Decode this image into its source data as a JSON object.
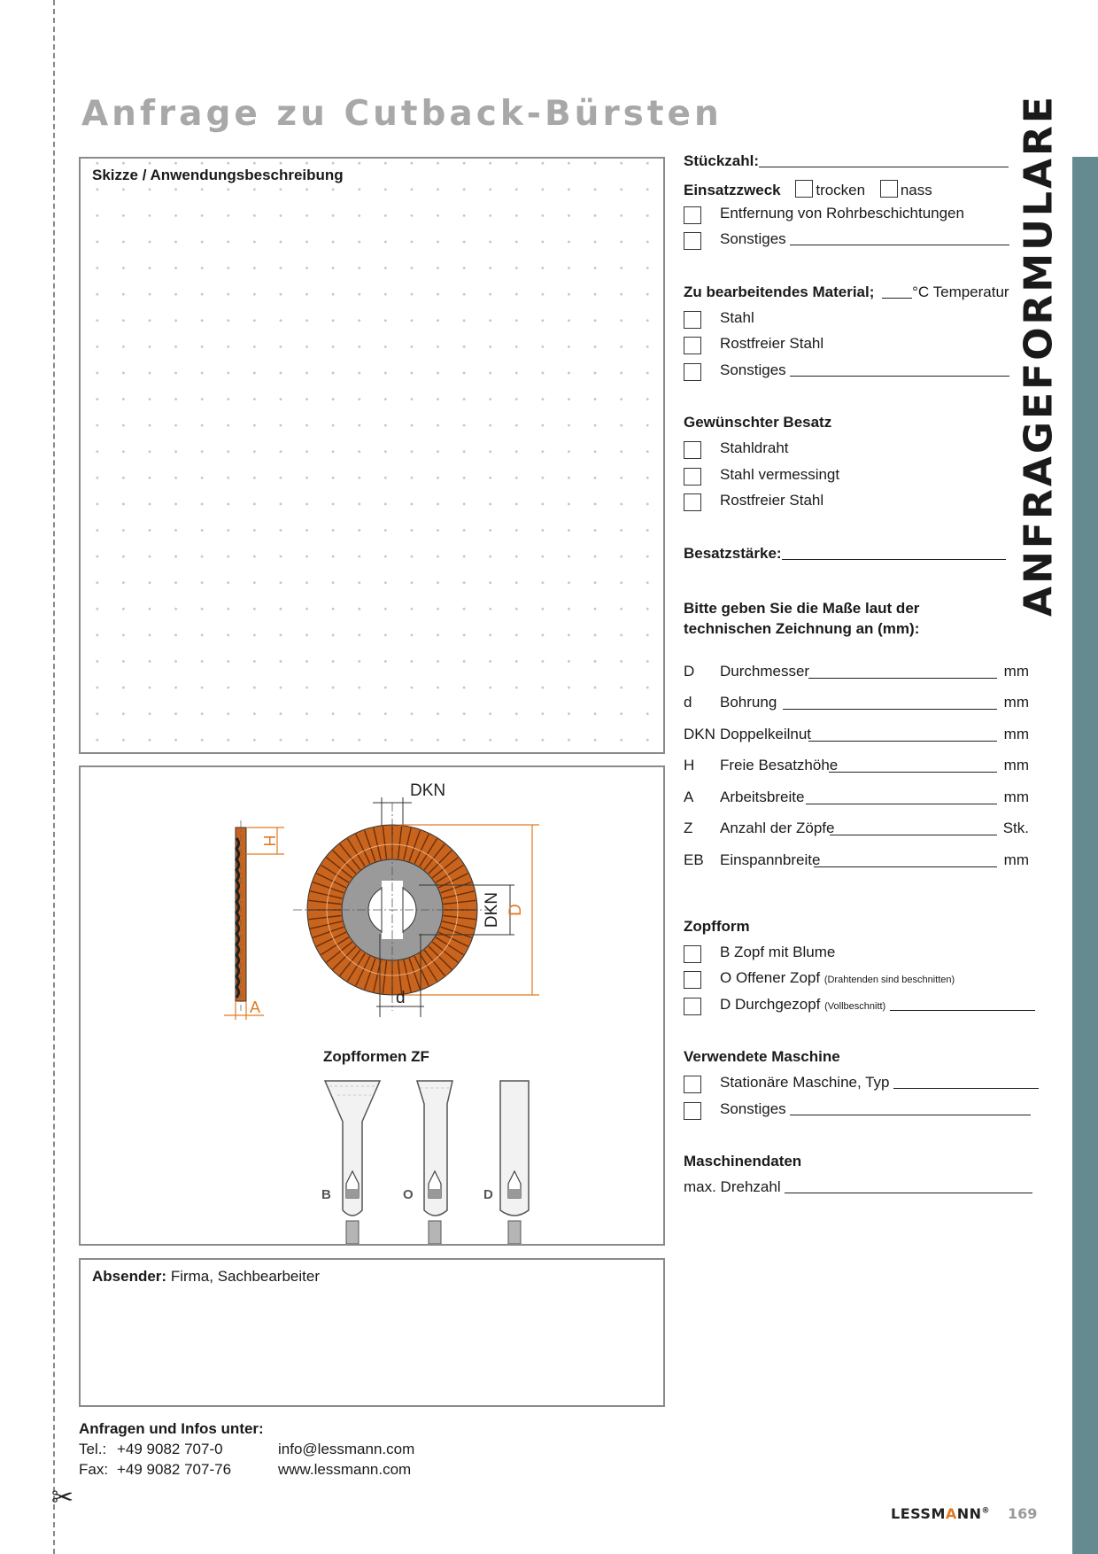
{
  "page_title": "Anfrage zu Cutback-Bürsten",
  "side_title": "ANFRAGEFORMULARE",
  "sketch_label": "Skizze / Anwendungsbeschreibung",
  "drawing": {
    "dim_dkn": "DKN",
    "dim_h": "H",
    "dim_d_big": "D",
    "dim_d_small": "d",
    "dim_a": "A",
    "zopf_title": "Zopfformen ZF",
    "zopf_b": "B",
    "zopf_o": "O",
    "zopf_d": "D",
    "accent_color": "#e07a22",
    "bristle_color": "#c8641e"
  },
  "sender": {
    "label": "Absender:",
    "text": "Firma, Sachbearbeiter"
  },
  "contact": {
    "head": "Anfragen und Infos unter:",
    "tel_k": "Tel.:",
    "tel_v": "+49 9082 707-0",
    "fax_k": "Fax:",
    "fax_v": "+49 9082 707-76",
    "email": "info@lessmann.com",
    "web": "www.lessmann.com"
  },
  "footer": {
    "logo_a": "LESSM",
    "logo_b": "A",
    "logo_c": "NN",
    "reg": "®",
    "page": "169"
  },
  "form": {
    "stueckzahl": "Stückzahl:",
    "einsatz": "Einsatzzweck",
    "trocken": "trocken",
    "nass": "nass",
    "einsatz_opts": [
      "Entfernung von Rohrbeschichtungen",
      "Sonstiges"
    ],
    "material_head": "Zu bearbeitendes Material;",
    "material_temp": "°C Temperatur",
    "material_opts": [
      "Stahl",
      "Rostfreier Stahl",
      "Sonstiges"
    ],
    "besatz_head": "Gewünschter Besatz",
    "besatz_opts": [
      "Stahldraht",
      "Stahl vermessingt",
      "Rostfreier Stahl"
    ],
    "besatzstaerke": "Besatzstärke:",
    "masse_1": "Bitte geben Sie die Maße laut der",
    "masse_2": "technischen Zeichnung an (mm):",
    "dims": [
      {
        "code": "D",
        "label": "Durchmesser",
        "unit": "mm"
      },
      {
        "code": "d",
        "label": "Bohrung",
        "unit": "mm"
      },
      {
        "code": "DKN",
        "label": "Doppelkeilnut",
        "unit": "mm"
      },
      {
        "code": "H",
        "label": "Freie Besatzhöhe",
        "unit": "mm"
      },
      {
        "code": "A",
        "label": "Arbeitsbreite",
        "unit": "mm"
      },
      {
        "code": "Z",
        "label": "Anzahl der Zöpfe",
        "unit": "Stk."
      },
      {
        "code": "EB",
        "label": "Einspannbreite",
        "unit": "mm"
      }
    ],
    "zopf_head": "Zopfform",
    "zopf_b": "B  Zopf mit Blume",
    "zopf_o": "O  Offener Zopf",
    "zopf_o_note": "(Drahtenden sind beschnitten)",
    "zopf_d": "D Durchgezopf",
    "zopf_d_note": "(Vollbeschnitt)",
    "maschine_head": "Verwendete Maschine",
    "maschine_opts": [
      "Stationäre Maschine, Typ",
      "Sonstiges"
    ],
    "daten_head": "Maschinendaten",
    "drehzahl": "max. Drehzahl"
  }
}
